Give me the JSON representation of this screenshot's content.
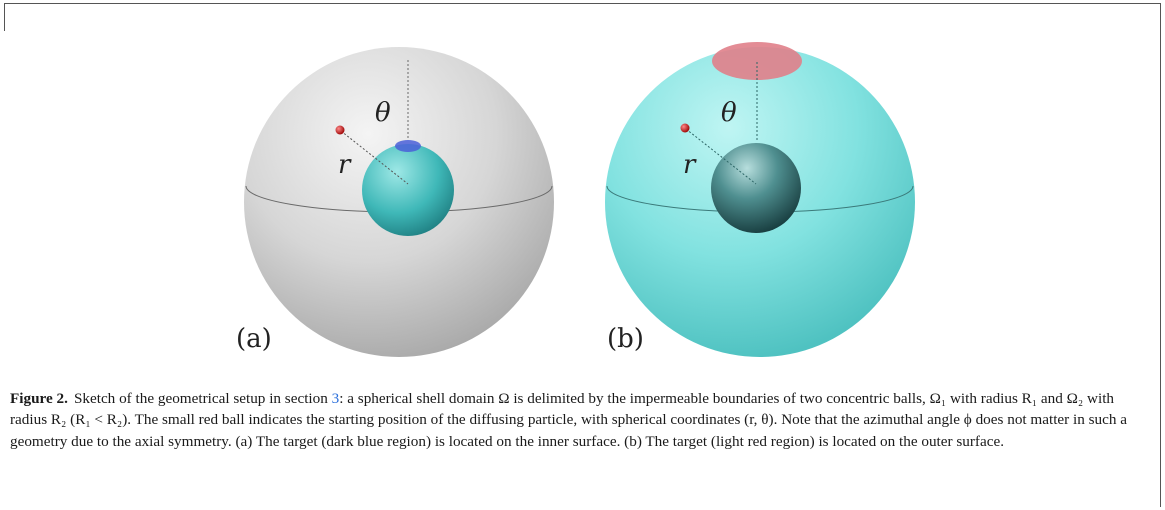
{
  "figure": {
    "panels": [
      {
        "label": "(a)",
        "theta_symbol": "θ",
        "r_symbol": "r",
        "outer_sphere_color": "#cfcfcf",
        "inner_sphere_color": "#3fb8b8",
        "target_color": "#4a5fd8",
        "target_location": "inner surface"
      },
      {
        "label": "(b)",
        "theta_symbol": "θ",
        "r_symbol": "r",
        "outer_sphere_color": "#7ee5e3",
        "inner_sphere_color": "#2f6f70",
        "target_color": "#e07f8a",
        "target_location": "outer surface"
      }
    ],
    "particle_color": "#c81010"
  },
  "caption": {
    "label": "Figure 2.",
    "text_1": "Sketch of the geometrical setup in section ",
    "ref": "3",
    "text_2": ": a spherical shell domain Ω is delimited by the impermeable boundaries of two concentric balls, Ω₁ with radius R₁ and Ω₂ with radius R₂ (R₁ < R₂). The small red ball indicates the starting position of the diffusing particle, with spherical coordinates (r, θ). Note that the azimuthal angle ϕ does not matter in such a geometry due to the axial symmetry. (a) The target (dark blue region) is located on the inner surface. (b) The target (light red region) is located on the outer surface."
  }
}
